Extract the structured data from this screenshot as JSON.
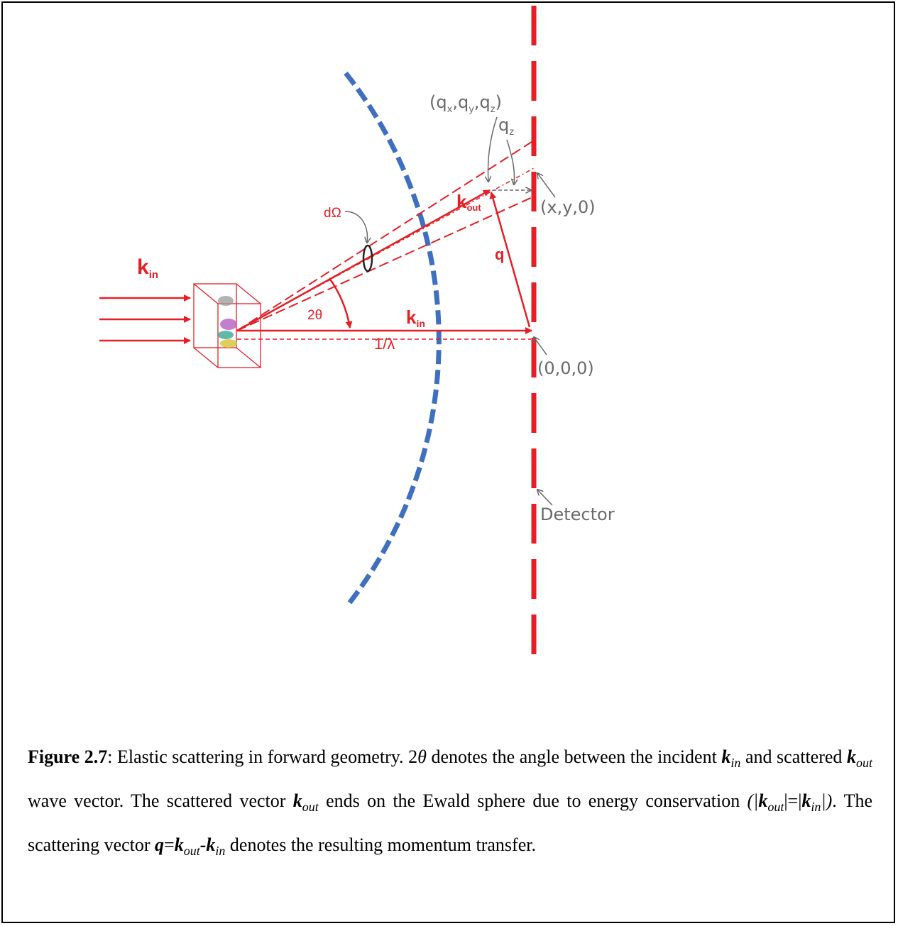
{
  "diagram": {
    "labels": {
      "k_in_left": {
        "base": "k",
        "sub": "in"
      },
      "k_in_center": {
        "base": "k",
        "sub": "in"
      },
      "k_out": {
        "base": "k",
        "sub": "out"
      },
      "q": "q",
      "d_omega": "dΩ",
      "two_theta": "2θ",
      "one_over_lambda": "1/λ",
      "qxyz": {
        "open": "(q",
        "x": "x",
        "sep1": ",q",
        "y": "y",
        "sep2": ",q",
        "z": "z",
        "close": ")"
      },
      "qz": {
        "base": "q",
        "sub": "z"
      },
      "xy0": "(x,y,0)",
      "origin": "(0,0,0)",
      "detector": "Detector"
    },
    "colors": {
      "beam": "#e41f26",
      "ewald": "#3f6fbf",
      "annotation": "#6a6a6a"
    }
  },
  "caption": {
    "figure_label": "Figure 2.7",
    "t1": ": Elastic scattering in forward geometry. 2",
    "theta": "θ",
    "t2": " denotes the angle between the incident ",
    "k": "k",
    "in": "in",
    "out": "out",
    "t3": " and scattered ",
    "t4": " wave vector. The scattered vector ",
    "t5": " ends on the Ewald sphere due to energy conservation ",
    "t6": "(|",
    "t7": "|=|",
    "t8": "|)",
    "t9": ". The scattering vector ",
    "q": "q",
    "t10": "=",
    "t11": "-",
    "t12": " denotes the resulting momentum transfer."
  }
}
